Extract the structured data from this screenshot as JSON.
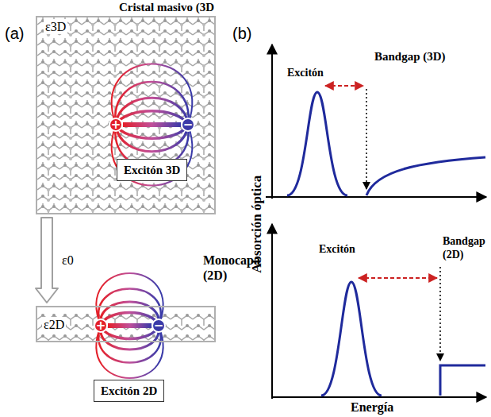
{
  "diagram": {
    "title": "Cristal masivo (3D",
    "nodes": [
      {
        "text": [
          "ε3D"
        ]
      },
      {
        "text": [
          "+"
        ],
        "in": 0
      },
      {
        "text": [
          "−"
        ],
        "in": 0
      },
      {
        "text": [
          "Excitón 3D"
        ],
        "in": 0
      },
      {
        "text": [
          "ε2D"
        ]
      },
      {
        "text": [
          "+"
        ],
        "in": 4
      },
      {
        "text": [
          "−"
        ],
        "in": 4
      },
      {
        "text": [
          "Excitón 2D"
        ]
      }
    ],
    "edges": [
      {
        "from": 0,
        "to": 4,
        "arrow": "to"
      },
      {
        "from": 1,
        "to": 2,
        "arrow": "none"
      },
      {
        "from": 5,
        "to": 6,
        "arrow": "none"
      }
    ],
    "labels": [
      "(a)",
      "ε0",
      "Monocapa (2D)",
      "(b)",
      "Excitón",
      "Bandgap (3D)",
      "Absorción óptica",
      "Excitón",
      "Bandgap (2D)",
      "Energía"
    ]
  }
}
